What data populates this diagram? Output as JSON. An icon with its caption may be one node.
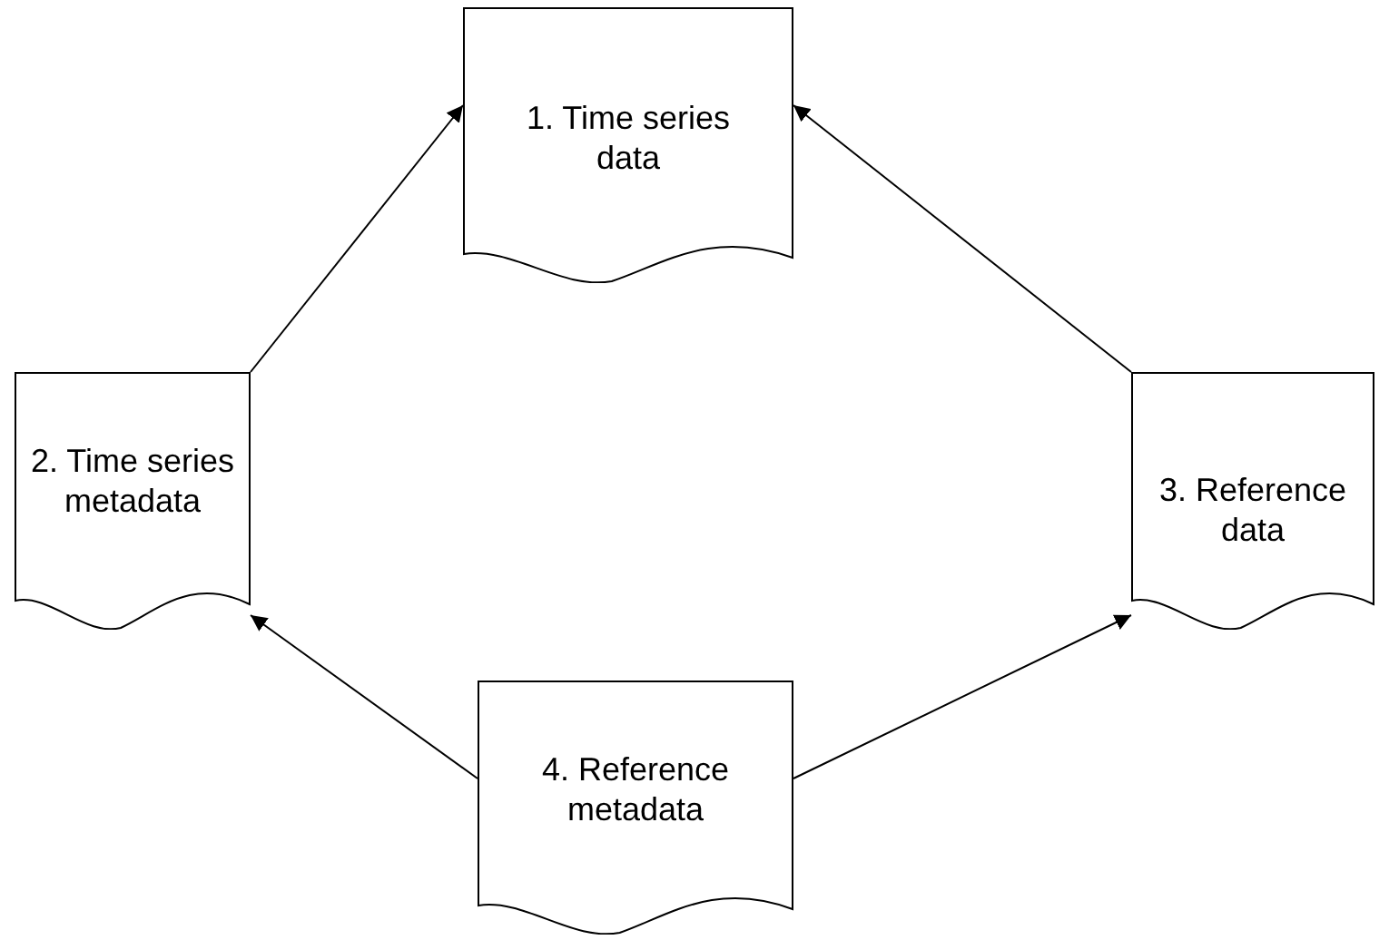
{
  "diagram": {
    "nodes": [
      {
        "text": [
          "1. Time series data"
        ]
      },
      {
        "text": [
          "2. Time series metadata"
        ]
      },
      {
        "text": [
          "3. Reference data"
        ]
      },
      {
        "text": [
          "4. Reference metadata"
        ]
      }
    ],
    "edges": [
      {
        "from": 1,
        "to": 0,
        "arrow": "to"
      },
      {
        "from": 2,
        "to": 0,
        "arrow": "to"
      },
      {
        "from": 3,
        "to": 1,
        "arrow": "to"
      },
      {
        "from": 3,
        "to": 2,
        "arrow": "to"
      }
    ]
  }
}
